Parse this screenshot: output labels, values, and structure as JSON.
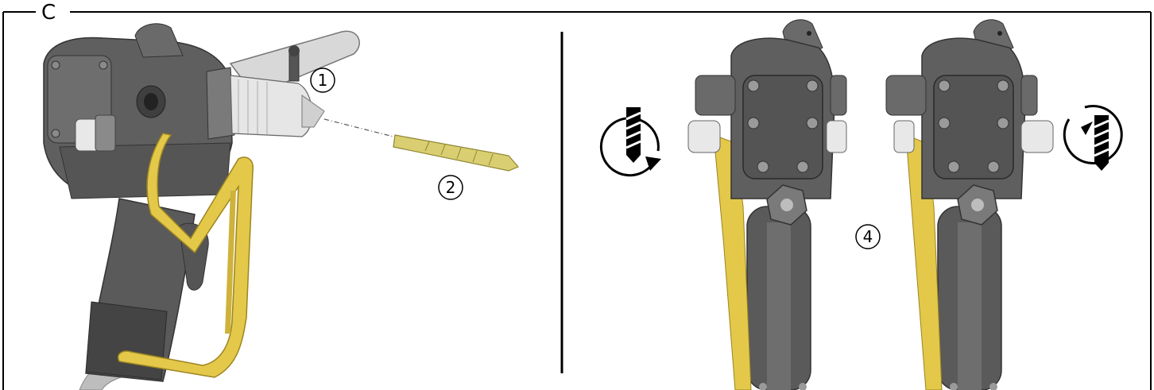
{
  "frame": {
    "letter": "C"
  },
  "callouts": [
    {
      "id": "1",
      "label": "1"
    },
    {
      "id": "2",
      "label": "2"
    },
    {
      "id": "4",
      "label": "4"
    }
  ],
  "colors": {
    "tool_body": "#5a5a5a",
    "tool_dark": "#3f3f3f",
    "tool_light": "#8a8a8a",
    "trigger_guard": "#e3c84a",
    "chuck": "#e6e6e6",
    "drill_bit": "#d9cf72",
    "line": "#000000"
  },
  "icons": [
    "rotation-counterclockwise-icon",
    "rotation-clockwise-icon"
  ]
}
